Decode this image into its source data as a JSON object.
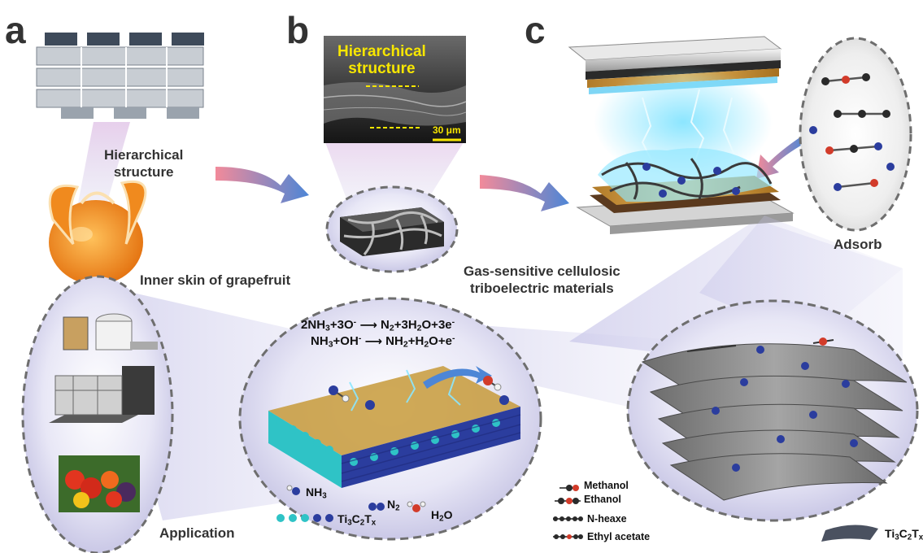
{
  "panels": {
    "a": "a",
    "b": "b",
    "c": "c"
  },
  "labels": {
    "hierarchical_structure": [
      "Hierarchical",
      "structure"
    ],
    "inner_skin": "Inner skin of grapefruit",
    "sem_title": [
      "Hierarchical",
      "structure"
    ],
    "scale_bar": "30 μm",
    "gas_sensitive": [
      "Gas-sensitive cellulosic",
      "triboelectric materials"
    ],
    "adsorb": "Adsorb",
    "application": "Application"
  },
  "equations": {
    "eq1": {
      "left": "2NH3+3O-",
      "right": "N2+3H2O+3e-"
    },
    "eq2": {
      "left": "NH3+OH-",
      "right": "NH2+H2O+e-"
    }
  },
  "legend_molecules": {
    "nh3": "NH3",
    "n2": "N2",
    "h2o": "H2O",
    "ti3c2tx": "Ti3C2Tx"
  },
  "legend_vocs": {
    "methanol": "Methanol",
    "ethanol": "Ethanol",
    "n_hexane": "N-heaxe",
    "ethyl_acetate": "Ethyl acetate"
  },
  "ti3c2tx_sheet_label": "Ti3C2Tx",
  "colors": {
    "text": "#333333",
    "sem_label": "#f7e600",
    "arrow_pink": "#f28a9a",
    "arrow_blue": "#4d86d6",
    "bubble_lavender": "#c9c7e6",
    "dashed_border": "#6e6e6e",
    "ti_atom": "#2fc3c6",
    "n_atom": "#2b3d9e",
    "o_atom": "#d23b2a",
    "c_atom": "#2a2a2a",
    "h_atom": "#f2f2f2",
    "gold_electrode": "#d49a3c",
    "sheet_gray": "#8a8a8a",
    "grapefruit": "#f08a1e"
  },
  "icons": [
    "pink-blue-arrow-icon",
    "molecule-icon",
    "grapefruit-icon",
    "factory-icon",
    "vegetables-icon"
  ]
}
